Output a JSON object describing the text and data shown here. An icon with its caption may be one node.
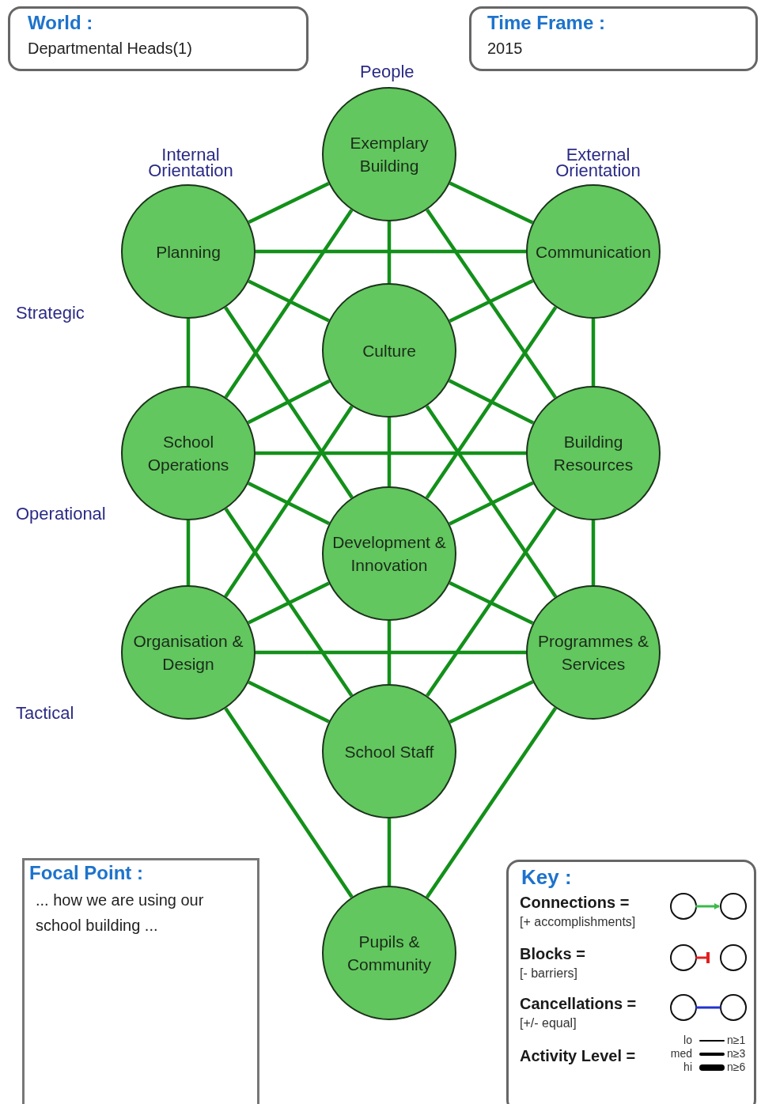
{
  "diagram": {
    "nodes": [
      {
        "text": [
          "Exemplary Building"
        ]
      },
      {
        "text": [
          "Planning"
        ]
      },
      {
        "text": [
          "Communication"
        ]
      },
      {
        "text": [
          "Culture"
        ]
      },
      {
        "text": [
          "School Operations"
        ]
      },
      {
        "text": [
          "Building Resources"
        ]
      },
      {
        "text": [
          "Development & Innovation"
        ]
      },
      {
        "text": [
          "Organisation & Design"
        ]
      },
      {
        "text": [
          "Programmes & Services"
        ]
      },
      {
        "text": [
          "School Staff"
        ]
      },
      {
        "text": [
          "Pupils & Community"
        ]
      },
      {
        "text": [
          "World :",
          "Departmental Heads(1)"
        ]
      },
      {
        "text": [
          "Time Frame :",
          "2015"
        ]
      },
      {
        "text": [
          "Focal Point :",
          "... how we are using our school building ..."
        ]
      },
      {
        "text": [
          "Key :"
        ]
      }
    ],
    "edges": [
      {
        "from": 0,
        "to": 1,
        "arrow": "none"
      },
      {
        "from": 0,
        "to": 2,
        "arrow": "none"
      },
      {
        "from": 0,
        "to": 3,
        "arrow": "none"
      },
      {
        "from": 0,
        "to": 4,
        "arrow": "none"
      },
      {
        "from": 0,
        "to": 5,
        "arrow": "none"
      },
      {
        "from": 1,
        "to": 2,
        "arrow": "none"
      },
      {
        "from": 1,
        "to": 3,
        "arrow": "none"
      },
      {
        "from": 1,
        "to": 6,
        "arrow": "none"
      },
      {
        "from": 1,
        "to": 4,
        "arrow": "none"
      },
      {
        "from": 2,
        "to": 3,
        "arrow": "none"
      },
      {
        "from": 2,
        "to": 6,
        "arrow": "none"
      },
      {
        "from": 2,
        "to": 5,
        "arrow": "none"
      },
      {
        "from": 3,
        "to": 4,
        "arrow": "none"
      },
      {
        "from": 3,
        "to": 5,
        "arrow": "none"
      },
      {
        "from": 3,
        "to": 6,
        "arrow": "none"
      },
      {
        "from": 3,
        "to": 7,
        "arrow": "none"
      },
      {
        "from": 3,
        "to": 8,
        "arrow": "none"
      },
      {
        "from": 4,
        "to": 5,
        "arrow": "none"
      },
      {
        "from": 4,
        "to": 6,
        "arrow": "none"
      },
      {
        "from": 4,
        "to": 7,
        "arrow": "none"
      },
      {
        "from": 4,
        "to": 9,
        "arrow": "none"
      },
      {
        "from": 5,
        "to": 6,
        "arrow": "none"
      },
      {
        "from": 5,
        "to": 8,
        "arrow": "none"
      },
      {
        "from": 5,
        "to": 9,
        "arrow": "none"
      },
      {
        "from": 6,
        "to": 7,
        "arrow": "none"
      },
      {
        "from": 6,
        "to": 8,
        "arrow": "none"
      },
      {
        "from": 6,
        "to": 9,
        "arrow": "none"
      },
      {
        "from": 7,
        "to": 8,
        "arrow": "none"
      },
      {
        "from": 7,
        "to": 9,
        "arrow": "none"
      },
      {
        "from": 7,
        "to": 10,
        "arrow": "none"
      },
      {
        "from": 8,
        "to": 9,
        "arrow": "none"
      },
      {
        "from": 8,
        "to": 10,
        "arrow": "none"
      },
      {
        "from": 9,
        "to": 10,
        "arrow": "none"
      }
    ],
    "labels": [
      "People",
      "Internal Orientation",
      "External Orientation",
      "Strategic",
      "Operational",
      "Tactical",
      "[+ accomplishments]",
      "[- barriers]",
      "[+/- equal]",
      "lo",
      "med",
      "hi",
      "n≥1",
      "n≥3",
      "n≥6"
    ],
    "legend": [
      {
        "text": "Connections ="
      },
      {
        "text": "Blocks ="
      },
      {
        "text": "Cancellations ="
      },
      {
        "text": "Activity Level ="
      }
    ]
  }
}
